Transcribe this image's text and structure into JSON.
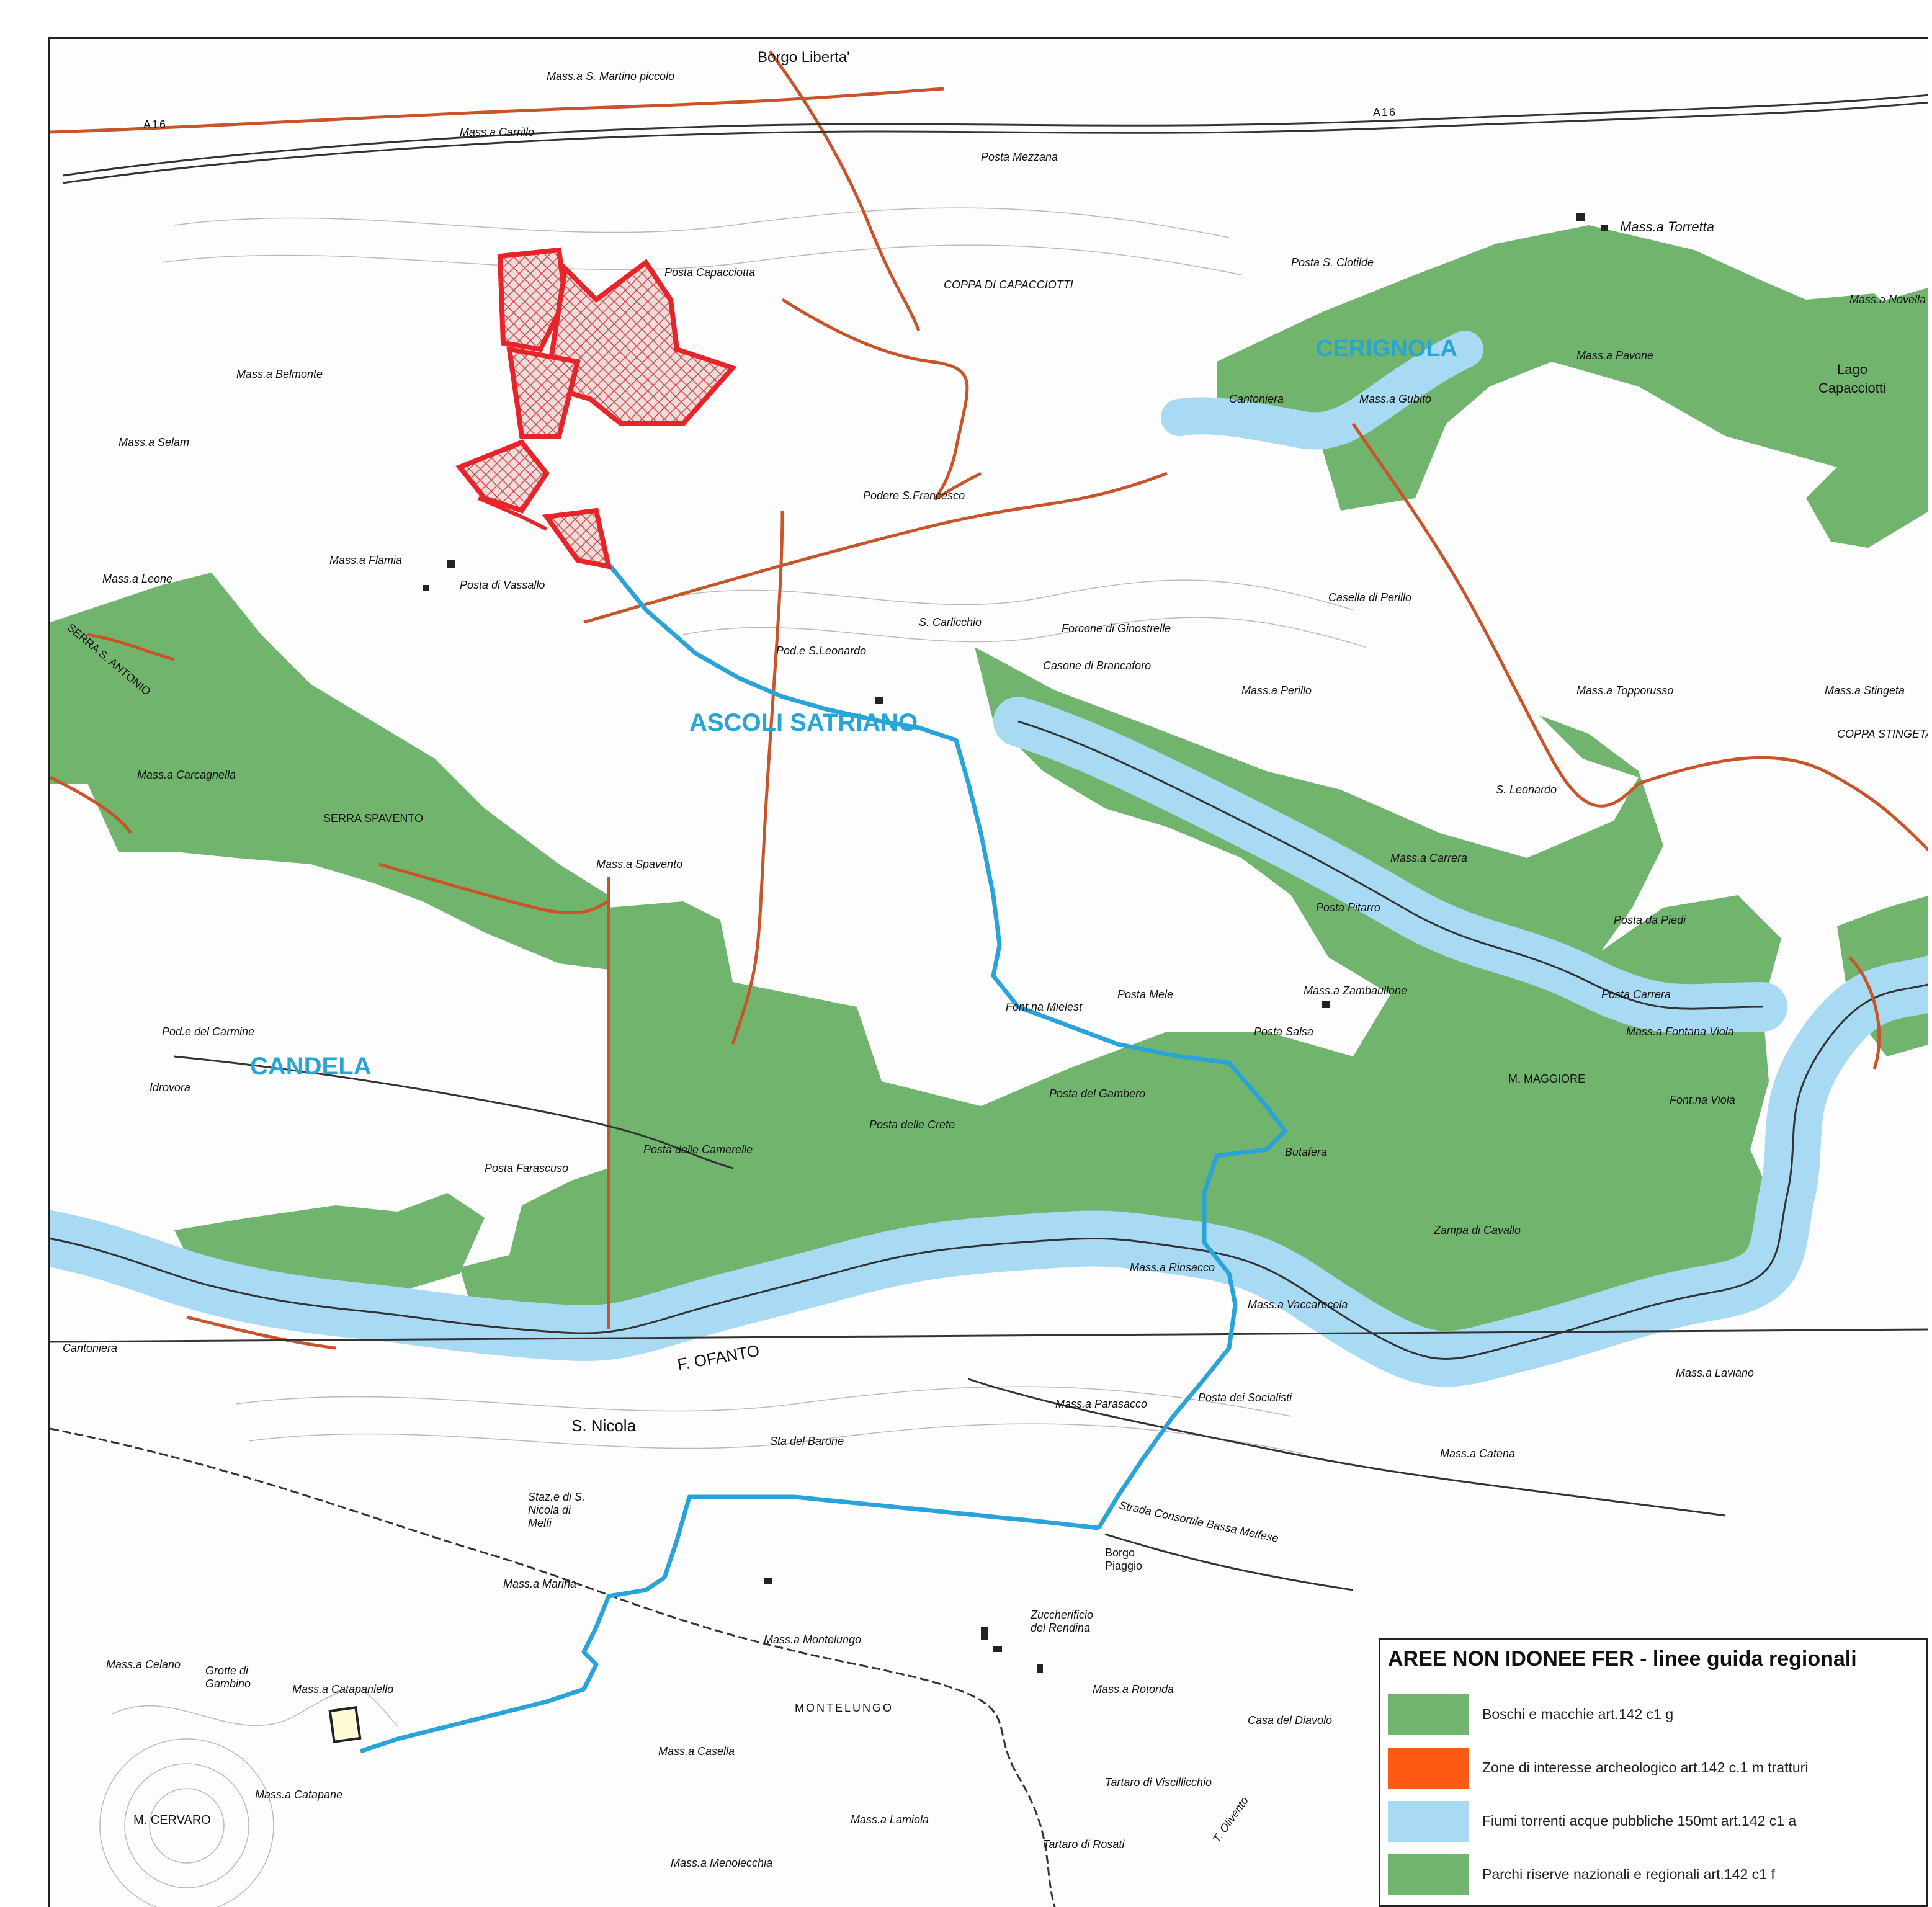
{
  "map": {
    "towns": [
      {
        "id": "cerignola",
        "label": "CERIGNOLA"
      },
      {
        "id": "ascoli",
        "label": "ASCOLI SATRIANO"
      },
      {
        "id": "candela",
        "label": "CANDELA"
      }
    ],
    "places": {
      "borgo_liberta": "Borgo Liberta'",
      "lago": "Lago",
      "capacciotti": "Capacciotti",
      "s_nicola": "S. Nicola",
      "f_ofanto": "F. OFANTO",
      "m_cervaro": "M. CERVARO",
      "mass_torretta": "Mass.a Torretta",
      "mass_s_martino": "Mass.a S. Martino piccolo",
      "mass_carrillo": "Mass.a Carrillo",
      "posta_mezzana": "Posta Mezzana",
      "posta_capacciotta": "Posta Capacciotta",
      "coppa_capacciotti": "COPPA DI CAPACCIOTTI",
      "mass_belmonte": "Mass.a Belmonte",
      "mass_selam": "Mass.a Selam",
      "posta_s_clotilde": "Posta S. Clotilde",
      "mass_novella": "Mass.a Novella",
      "mass_pavone": "Mass.a Pavone",
      "cantoniera": "Cantoniera",
      "mass_gubito": "Mass.a Gubito",
      "podere_s_francesco": "Podere S.Francesco",
      "mass_flamia": "Mass.a Flamia",
      "posta_vassallo": "Posta di Vassallo",
      "mass_leone": "Mass.a Leone",
      "serra_s_antonio": "SERRA S. ANTONIO",
      "s_carlicchio": "S. Carlicchio",
      "forcone_ginostrelle": "Forcone di Ginostrelle",
      "casone_brancaforo": "Casone di Brancaforo",
      "pod_s_leonardo": "Pod.e S.Leonardo",
      "mass_perillo": "Mass.a Perillo",
      "casella_perillo": "Casella di Perillo",
      "mass_topporusso": "Mass.a Topporusso",
      "mass_stingeta": "Mass.a Stingeta",
      "coppa_stingeta": "COPPA STINGETA",
      "mass_carcagnella": "Mass.a Carcagnella",
      "serra_spavento": "SERRA SPAVENTO",
      "mass_spavento": "Mass.a Spavento",
      "s_leonardo": "S. Leonardo",
      "mass_carrera": "Mass.a Carrera",
      "posta_pitarro": "Posta Pitarro",
      "posta_da_piedi": "Posta da Piedi",
      "mass_zambaullone": "Mass.a Zambaullone",
      "posta_carrera": "Posta Carrera",
      "posta_mele": "Posta Mele",
      "font_mielest": "Font.na Mielest",
      "posta_salsa": "Posta Salsa",
      "mass_fontana_viola": "Mass.a Fontana Viola",
      "m_maggiore": "M. MAGGIORE",
      "font_viola": "Font.na Viola",
      "posta_gambero": "Posta del Gambero",
      "posta_crete": "Posta delle Crete",
      "posta_camerelle": "Posta delle Camerelle",
      "butafera": "Butafera",
      "posta_farascuso": "Posta Farascuso",
      "idrovora": "Idrovora",
      "pod_carmine": "Pod.e del Carmine",
      "zampa_cavallo": "Zampa di Cavallo",
      "mass_rinsacco": "Mass.a Rinsacco",
      "mass_vaccarecela": "Mass.a Vaccarecela",
      "posta_socialisti": "Posta dei Socialisti",
      "mass_parasacco": "Mass.a Parasacco",
      "mass_catena": "Mass.a Catena",
      "mass_laviano": "Mass.a Laviano",
      "sta_barone": "Sta del Barone",
      "staz_s_nicola": "Staz.e di S. Nicola di Melfi",
      "borgo_piaggio": "Borgo Piaggio",
      "strada_consortile": "Strada Consortile Bassa Melfese",
      "zuccherificio": "Zuccherificio del Rendina",
      "mass_marina": "Mass.a Marina",
      "mass_catapaniello": "Mass.a Catapaniello",
      "mass_catapane": "Mass.a Catapane",
      "mass_montelungo": "Mass.a Montelungo",
      "montelungo": "MONTELUNGO",
      "mass_casella": "Mass.a Casella",
      "mass_lamiola": "Mass.a Lamiola",
      "mass_menolecchia": "Mass.a Menolecchia",
      "tartaro_viscillicchio": "Tartaro di Viscillicchio",
      "tartaro_rosati": "Tartaro di Rosati",
      "mass_rotonda": "Mass.a Rotonda",
      "casa_diavolo": "Casa del Diavolo",
      "t_olivento": "T. Olivento",
      "grotte_gambino": "Grotte di Gambino",
      "mass_celano": "Mass.a Celano",
      "cantoniera_w": "Cantoniera",
      "a16": "A16"
    }
  },
  "legend": {
    "title": "AREE NON IDONEE FER - linee guida regionali",
    "items": [
      {
        "label": "Boschi e macchie art.142 c1 g",
        "color": "#71b46e"
      },
      {
        "label": "Zone di interesse archeologico art.142 c.1 m tratturi",
        "color": "#ff5a14"
      },
      {
        "label": "Fiumi torrenti acque pubbliche 150mt art.142 c1 a",
        "color": "#a8daf4"
      },
      {
        "label": "Parchi riserve nazionali e regionali art.142 c1 f",
        "color": "#71b46e"
      }
    ]
  },
  "colors": {
    "forest": "#71b46e",
    "water": "#a8daf4",
    "tratturi": "#c8552a",
    "cable": "#2aa3d8",
    "site": "#e8242b",
    "town_label": "#27a6d6"
  }
}
